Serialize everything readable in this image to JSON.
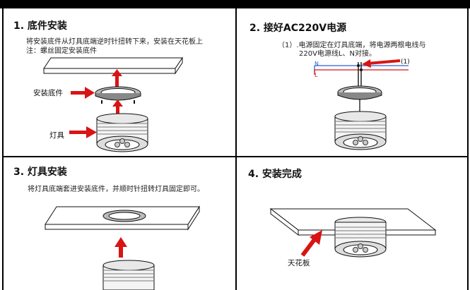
{
  "step1": {
    "title": "1. 底件安装",
    "desc_line1": "将安装底件从灯具底端逆时针扭转下来，安装在天花板上",
    "desc_line2": "注：螺丝固定安装底件",
    "label_base": "安装底件",
    "label_lamp": "灯具"
  },
  "step2": {
    "title": "2. 接好AC220V电源",
    "desc_line1": "（1）.电源固定在灯具底端，将电源两根电线与",
    "desc_line2": "220V电源线L、N对接。",
    "wire_n": "N",
    "wire_l": "L",
    "marker": "(1)"
  },
  "step3": {
    "title": "3. 灯具安装",
    "desc_line1": "将灯具底端套进安装底件，并顺时针扭转灯具固定即可。"
  },
  "step4": {
    "title": "4. 安装完成",
    "label_ceiling": "天花板"
  },
  "colors": {
    "arrow": "#d81414",
    "wire_n": "#2b5fd6",
    "wire_l": "#d81414",
    "frame": "#000000"
  }
}
